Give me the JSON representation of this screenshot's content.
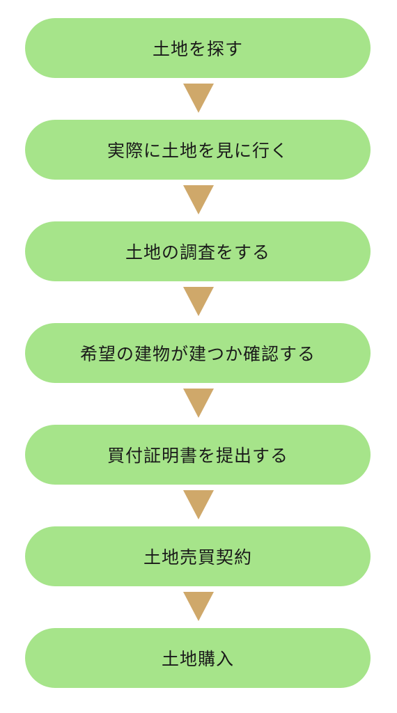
{
  "flowchart": {
    "steps": [
      "土地を探す",
      "実際に土地を見に行く",
      "土地の調査をする",
      "希望の建物が建つか確認する",
      "買付証明書を提出する",
      "土地売買契約",
      "土地購入"
    ],
    "colors": {
      "step_fill": "#a6e48a",
      "arrow_fill": "#cfa86a",
      "text": "#1a1a1a"
    }
  }
}
